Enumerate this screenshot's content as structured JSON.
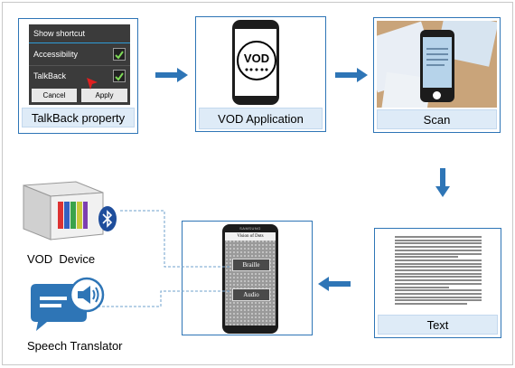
{
  "steps": {
    "talkback": {
      "caption": "TalkBack property",
      "menu_title": "Show shortcut",
      "items": [
        "Accessibility",
        "TalkBack"
      ],
      "cancel": "Cancel",
      "apply": "Apply"
    },
    "vod_app": {
      "caption": "VOD Application",
      "logo": "VOD"
    },
    "scan": {
      "caption": "Scan"
    },
    "text": {
      "caption": "Text"
    },
    "app_screen": {
      "brand": "SAMSUNG",
      "title": "Vision of Dots",
      "buttons": [
        "Braille",
        "Audio"
      ]
    },
    "device": {
      "label": "VOD  Device"
    },
    "speech": {
      "label": "Speech Translator"
    }
  },
  "colors": {
    "arrow": "#2e75b6",
    "box_border": "#2e75b6",
    "caption_bg": "#deebf7",
    "check": "#4caf50"
  },
  "icons": [
    "arrow-right-icon",
    "arrow-down-icon",
    "arrow-left-icon",
    "bluetooth-icon",
    "speech-bubble-icon",
    "speaker-icon",
    "checkmark-icon",
    "cursor-icon",
    "braille-dots-icon"
  ]
}
